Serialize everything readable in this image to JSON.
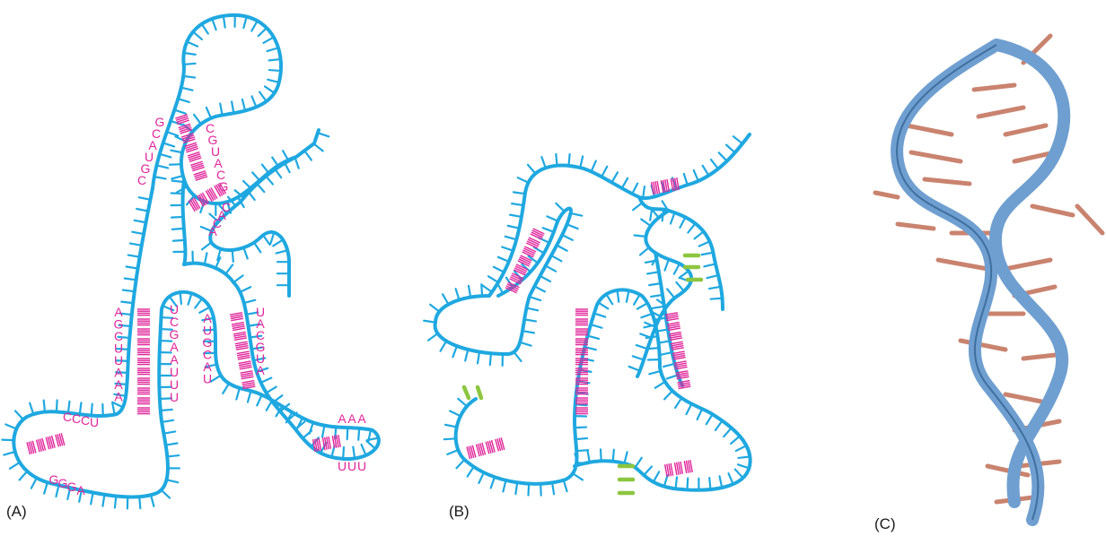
{
  "panels": {
    "a": {
      "label": "(A)"
    },
    "b": {
      "label": "(B)"
    },
    "c": {
      "label": "(C)"
    }
  },
  "sequences": {
    "a_hairpin_top_left": "GCAUGC",
    "a_hairpin_top_right": "CGUACG",
    "a_loop_small": "CACA",
    "a_stem_left": "AGCUUAAA",
    "a_stem_mid": "UCGAAUUU",
    "a_stem_right_left": "AUGCAU",
    "a_stem_right_right": "UACGUA",
    "a_foot_left_top": "CCCU",
    "a_foot_left_bottom": "GGGA",
    "a_foot_right_top": "AAA",
    "a_foot_right_bottom": "UUU"
  },
  "colors": {
    "backbone": "#1fa8e0",
    "base_pair": "#e0249a",
    "tertiary_pair": "#8cc63f",
    "ribbon": "#6f9fd0",
    "ribbon_dark": "#3f6f9f",
    "base_rod": "#c9836f"
  }
}
